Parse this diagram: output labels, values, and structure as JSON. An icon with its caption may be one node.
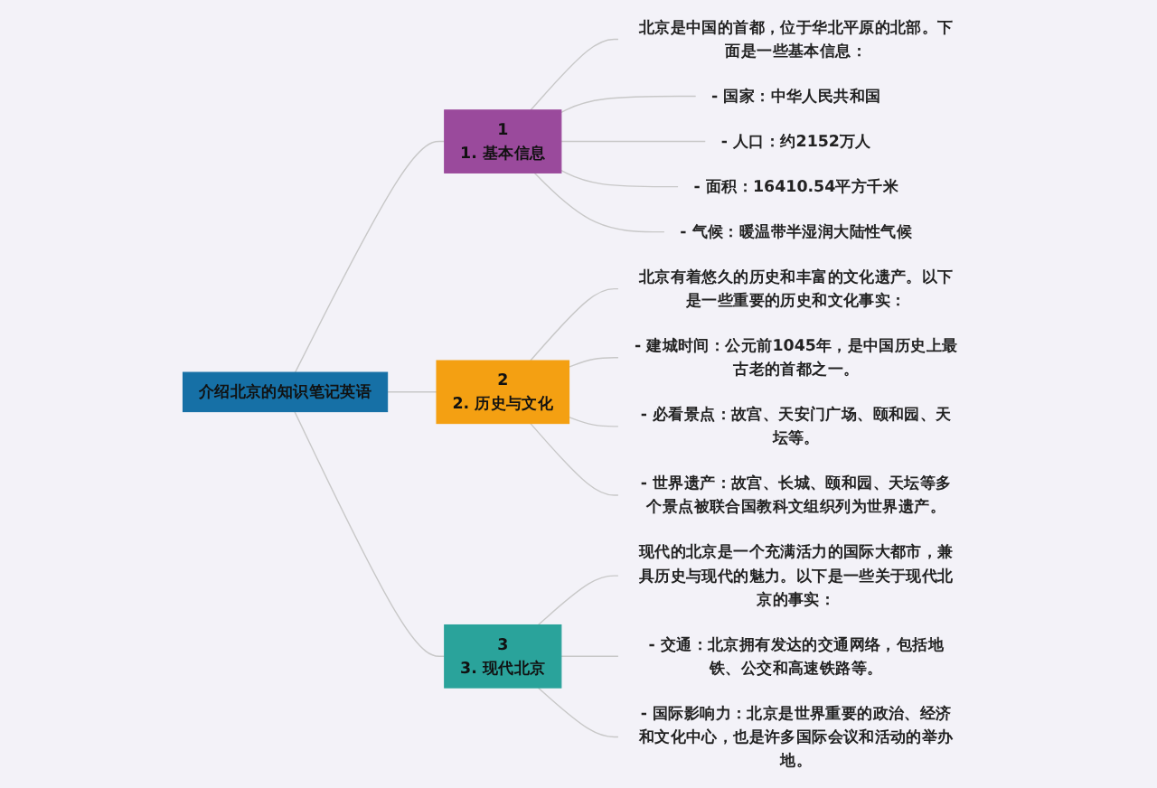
{
  "diagram": {
    "nodes": [
      {
        "text": [
          "介绍北京的知识笔记英语"
        ]
      },
      {
        "text": [
          "1",
          "1. 基本信息"
        ]
      },
      {
        "text": [
          "北京是中国的首都，位于华北平原的北部。下面是一些基本信息："
        ]
      },
      {
        "text": [
          "- 国家：中华人民共和国"
        ]
      },
      {
        "text": [
          "- 人口：约2152万人"
        ]
      },
      {
        "text": [
          "- 面积：16410.54平方千米"
        ]
      },
      {
        "text": [
          "- 气候：暖温带半湿润大陆性气候"
        ]
      },
      {
        "text": [
          "2",
          "2. 历史与文化"
        ]
      },
      {
        "text": [
          "北京有着悠久的历史和丰富的文化遗产。以下是一些重要的历史和文化事实："
        ]
      },
      {
        "text": [
          "- 建城时间：公元前1045年，是中国历史上最古老的首都之一。"
        ]
      },
      {
        "text": [
          "- 必看景点：故宫、天安门广场、颐和园、天坛等。"
        ]
      },
      {
        "text": [
          "- 世界遗产：故宫、长城、颐和园、天坛等多个景点被联合国教科文组织列为世界遗产。"
        ]
      },
      {
        "text": [
          "3",
          "3. 现代北京"
        ]
      },
      {
        "text": [
          "现代的北京是一个充满活力的国际大都市，兼具历史与现代的魅力。以下是一些关于现代北京的事实："
        ]
      },
      {
        "text": [
          "- 交通：北京拥有发达的交通网络，包括地铁、公交和高速铁路等。"
        ]
      },
      {
        "text": [
          "- 国际影响力：北京是世界重要的政治、经济和文化中心，也是许多国际会议和活动的举办地。"
        ]
      }
    ],
    "edges": [
      {
        "from": 0,
        "to": 1,
        "arrow": "none"
      },
      {
        "from": 1,
        "to": 2,
        "arrow": "none"
      },
      {
        "from": 1,
        "to": 3,
        "arrow": "none"
      },
      {
        "from": 1,
        "to": 4,
        "arrow": "none"
      },
      {
        "from": 1,
        "to": 5,
        "arrow": "none"
      },
      {
        "from": 1,
        "to": 6,
        "arrow": "none"
      },
      {
        "from": 0,
        "to": 7,
        "arrow": "none"
      },
      {
        "from": 7,
        "to": 8,
        "arrow": "none"
      },
      {
        "from": 7,
        "to": 9,
        "arrow": "none"
      },
      {
        "from": 7,
        "to": 10,
        "arrow": "none"
      },
      {
        "from": 7,
        "to": 11,
        "arrow": "none"
      },
      {
        "from": 0,
        "to": 12,
        "arrow": "none"
      },
      {
        "from": 12,
        "to": 13,
        "arrow": "none"
      },
      {
        "from": 12,
        "to": 14,
        "arrow": "none"
      },
      {
        "from": 12,
        "to": 15,
        "arrow": "none"
      }
    ]
  }
}
